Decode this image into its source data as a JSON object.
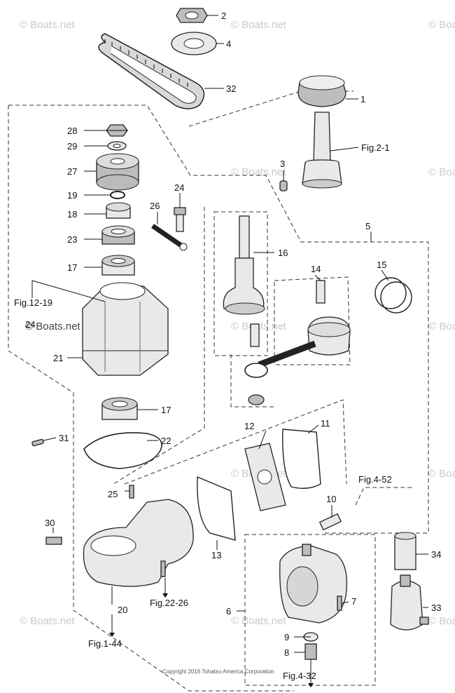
{
  "watermarks": [
    "© Boats.net",
    "© Boats.net",
    "© Boats.net",
    "© Boats.net",
    "© Boats.net",
    "© Boats.net",
    "© Boats.net",
    "© Boats.net",
    "© Boats.net",
    "© Boats.net",
    "© Boats.net",
    "© Boats.net",
    "© Boats.net"
  ],
  "callouts": {
    "p1": "1",
    "p2": "2",
    "p3": "3",
    "p4": "4",
    "p5": "5",
    "p6": "6",
    "p7": "7",
    "p8": "8",
    "p9": "9",
    "p10": "10",
    "p11": "11",
    "p12": "12",
    "p13": "13",
    "p14": "14",
    "p15": "15",
    "p16": "16",
    "p17a": "17",
    "p17b": "17",
    "p18": "18",
    "p19": "19",
    "p20": "20",
    "p21": "21",
    "p22": "22",
    "p23": "23",
    "p24a": "24",
    "p24b": "24",
    "p25": "25",
    "p26": "26",
    "p27": "27",
    "p28": "28",
    "p29": "29",
    "p30": "30",
    "p31": "31",
    "p32": "32",
    "p33": "33",
    "p34": "34"
  },
  "figure_refs": {
    "fig2_1": "Fig.2-1",
    "fig12_19": "Fig.12-19",
    "fig4_52": "Fig.4-52",
    "fig22_26": "Fig.22-26",
    "fig1_44": "Fig.1-44",
    "fig4_32": "Fig.4-32"
  },
  "copyright": "Copyright 2016 Tohatsu America Corporation"
}
